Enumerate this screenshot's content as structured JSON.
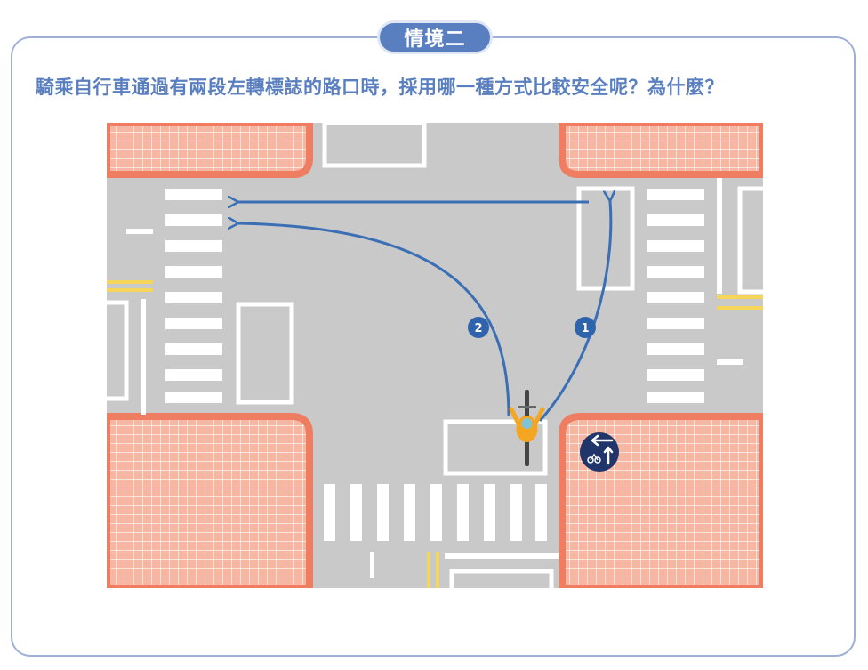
{
  "badge": {
    "text": "情境二"
  },
  "question": {
    "text": "騎乘自行車通過有兩段左轉標誌的路口時，採用哪一種方式比較安全呢？為什麼？"
  },
  "routes": [
    {
      "label": "1",
      "description": "two-stage left turn"
    },
    {
      "label": "2",
      "description": "direct left turn"
    }
  ],
  "colors": {
    "frame": "#9db0d8",
    "accent": "#5a7fc0",
    "route": "#3a6fb5",
    "road": "#c9c9c9",
    "sidewalk": "#f7b6a2",
    "curb": "#ef7d62",
    "yellow_line": "#f5d55a",
    "cyclist": "#f4a623"
  },
  "icons": {
    "cyclist": "cyclist-icon",
    "sign": "two-stage-left-turn-sign-icon"
  }
}
